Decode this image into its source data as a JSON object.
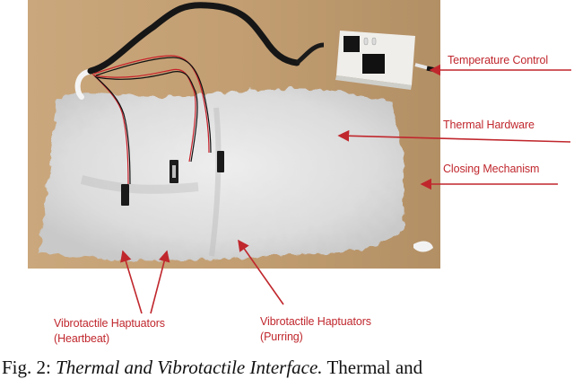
{
  "figure": {
    "photo_description": "Fluffy white faux-fur pad with thermal hardware, wiring, three vibrotactile haptuator connectors and a white temperature control box on a wooden table",
    "annotation_color": "#c0272d",
    "labels": {
      "temperature_control": "Temperature Control",
      "thermal_hardware": "Thermal Hardware",
      "closing_mechanism": "Closing Mechanism",
      "haptuators_heartbeat_line1": "Vibrotactile Haptuators",
      "haptuators_heartbeat_line2": "(Heartbeat)",
      "haptuators_purring_line1": "Vibrotactile Haptuators",
      "haptuators_purring_line2": "(Purring)"
    },
    "caption": {
      "prefix": "Fig. 2:",
      "title": "Thermal and Vibrotactile Interface.",
      "continuation": "Thermal and"
    }
  }
}
